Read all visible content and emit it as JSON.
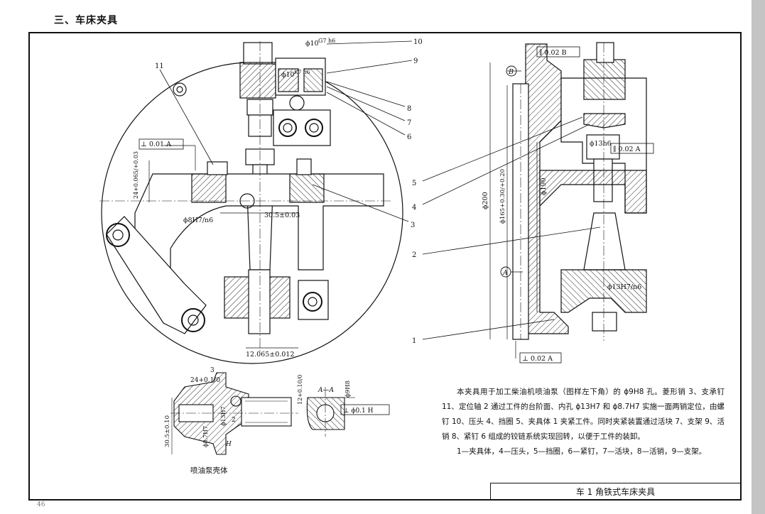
{
  "heading": "三、车床夹具",
  "title_block": "车 1 角铁式车床夹具",
  "description": "本夹具用于加工柴油机喷油泵（图样左下角）的 ϕ9H8 孔。菱形销 3、支承钉 11、定位轴 2 通过工件的台阶面、内孔 ϕ13H7 和 ϕ8.7H7 实施一面两销定位，由螺钉 10、压头 4、挡圈 5、夹具体 1 夹紧工件。同时夹紧装置通过活块 7、支架 9、活销 8、紧钉 6 组成的铰链系统实现回转，以便于工件的装卸。",
  "legend": "1—夹具体，4—压头，5—挡圈，6—紧钉，7—活块，8—活销，9—支架。",
  "workpiece_caption": "喷油泵壳体",
  "page_number": "46",
  "left_view": {
    "part_numbers": [
      "10",
      "9",
      "8",
      "7",
      "6",
      "11",
      "3"
    ],
    "dims": {
      "phi10_g7": "ϕ10",
      "g7_frac": "G7\nh6",
      "phi10_k7": "ϕ10",
      "k7_frac": "K7\nh6",
      "perp_tol": "⊥ 0.01 A",
      "height": "24+0.065/+0.03",
      "pin": "ϕ8H7/n6",
      "offset": "30.5±0.03",
      "center": "12.065±0.012"
    }
  },
  "right_view": {
    "part_numbers": [
      "5",
      "4",
      "2",
      "1"
    ],
    "dims": {
      "par_top": "∥ 0.02 B",
      "phi13h6": "ϕ13h6",
      "par_mid": "∥ 0.02 A",
      "phi200": "ϕ200",
      "phi165": "ϕ165+0.30/+0.20",
      "phi190": "ϕ190",
      "phi13_fit": "ϕ13H7/n6",
      "perp_bot": "⊥ 0.02 A",
      "datum_b": "B",
      "datum_a": "A"
    }
  },
  "detail": {
    "section_label": "A—A",
    "dims": {
      "w24": "24+0.1/0",
      "ref3": "3",
      "v305": "30.5±0.10",
      "phi87": "ϕ8.7H7",
      "phi13": "ϕ13H7",
      "ref2": "2",
      "h12": "12+0.10/0",
      "phi9h8": "ϕ9H8",
      "pos_tol": "⊥ ϕ0.1 H",
      "datum_h": "H"
    }
  }
}
